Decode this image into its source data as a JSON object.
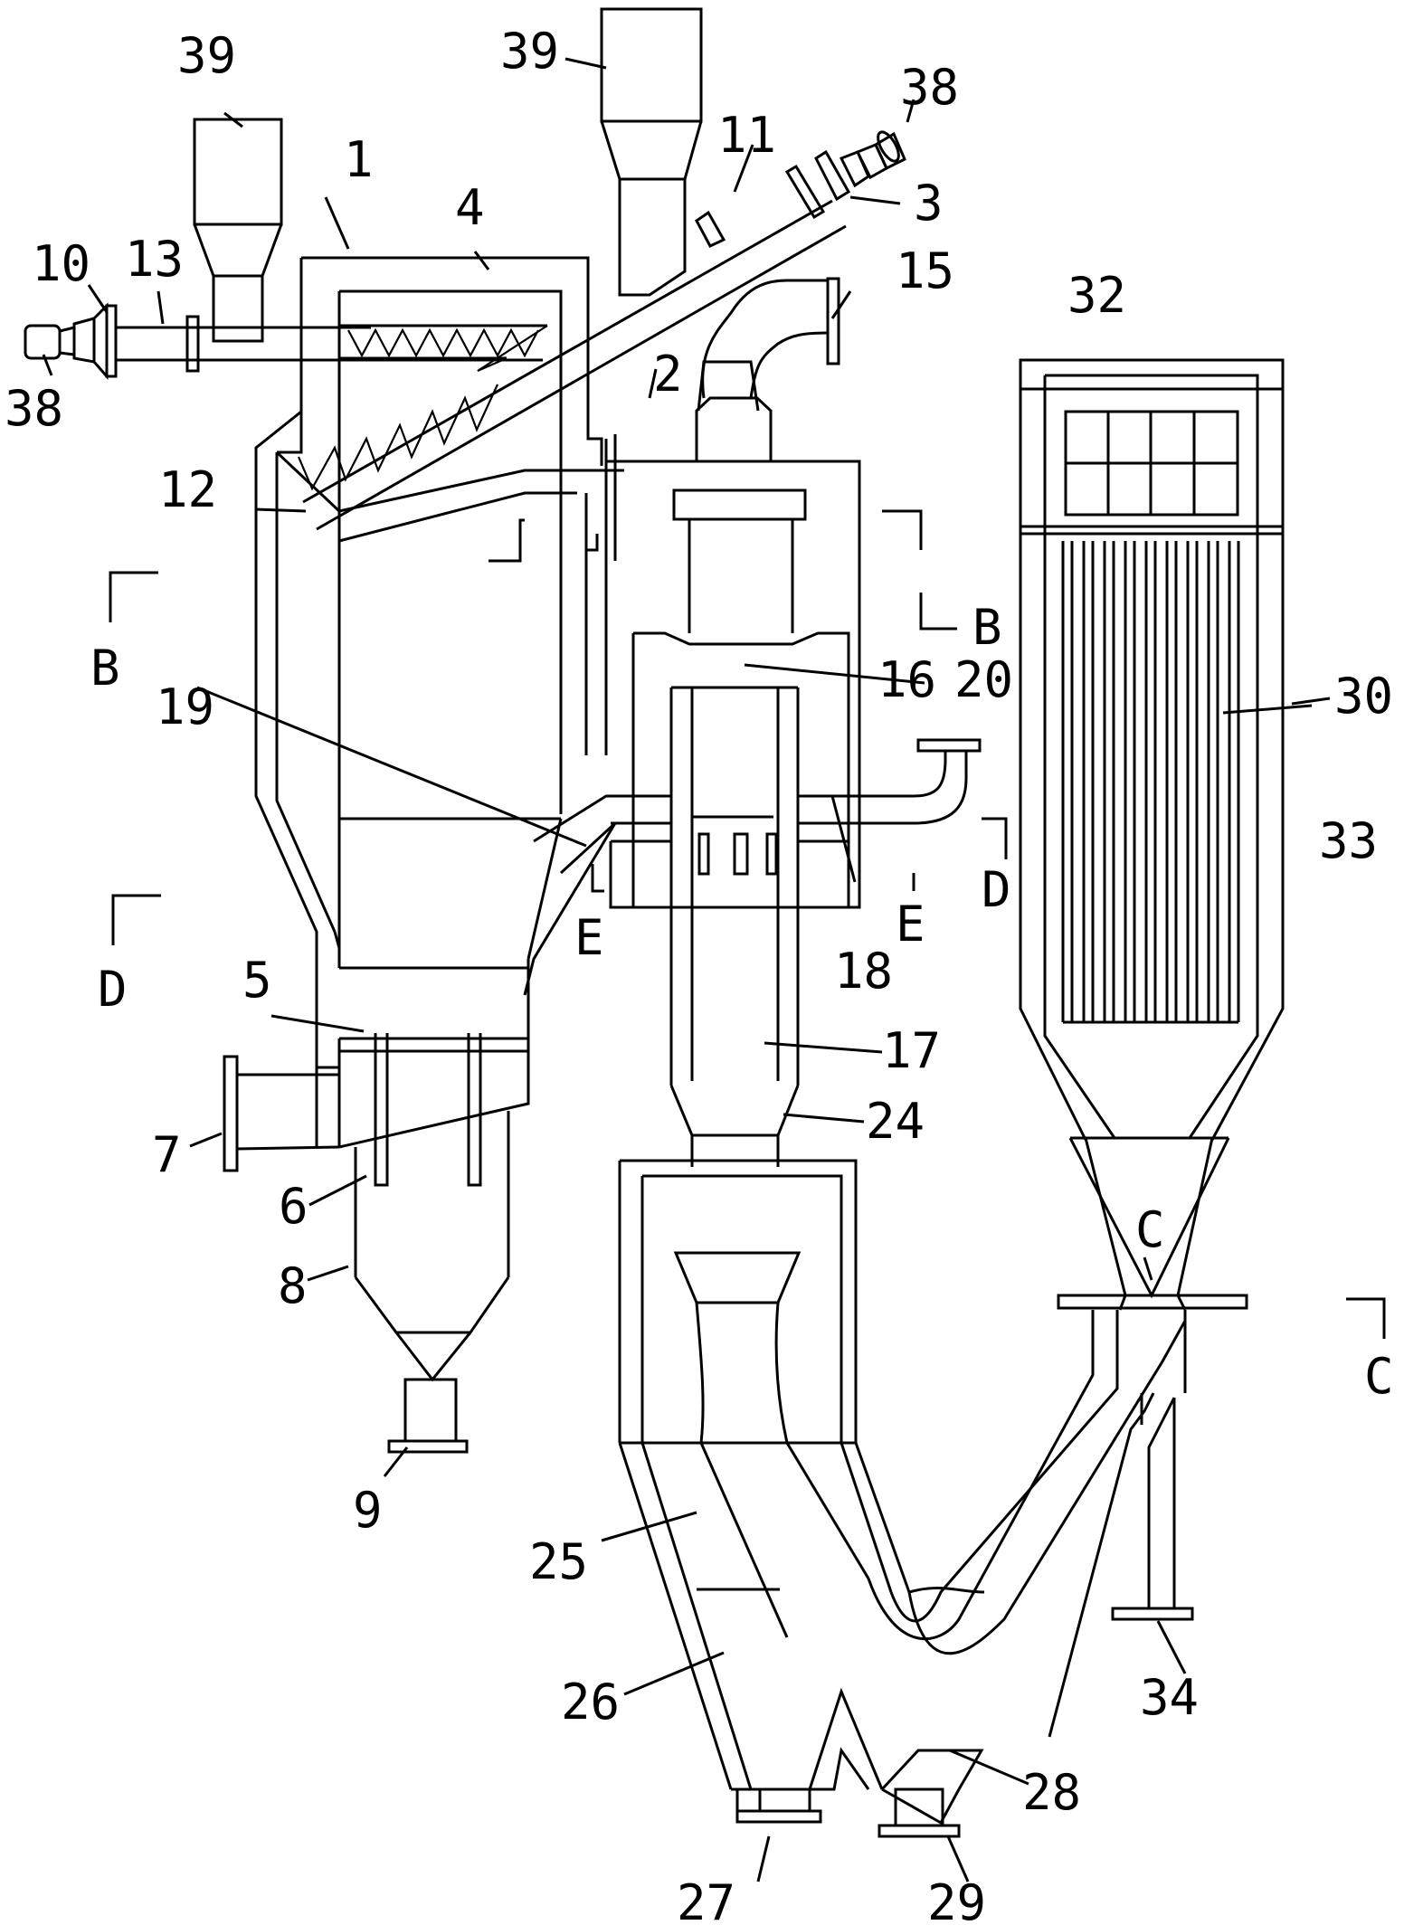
{
  "labels": {
    "l1": "1",
    "l2": "2",
    "l3": "3",
    "l4": "4",
    "l5": "5",
    "l6": "6",
    "l7": "7",
    "l8": "8",
    "l9": "9",
    "l10": "10",
    "l11": "11",
    "l12": "12",
    "l13": "13",
    "l15": "15",
    "l16": "16",
    "l17": "17",
    "l18": "18",
    "l19": "19",
    "l20": "20",
    "l24": "24",
    "l25": "25",
    "l26": "26",
    "l27": "27",
    "l28": "28",
    "l29": "29",
    "l30": "30",
    "l32": "32",
    "l33": "33",
    "l34": "34",
    "l38a": "38",
    "l38b": "38",
    "l39a": "39",
    "l39b": "39"
  },
  "sections": {
    "b_left": "B",
    "b_right": "B",
    "c_mid": "C",
    "c_right": "C",
    "d_left": "D",
    "d_right": "D",
    "e_left": "E",
    "e_right": "E"
  }
}
